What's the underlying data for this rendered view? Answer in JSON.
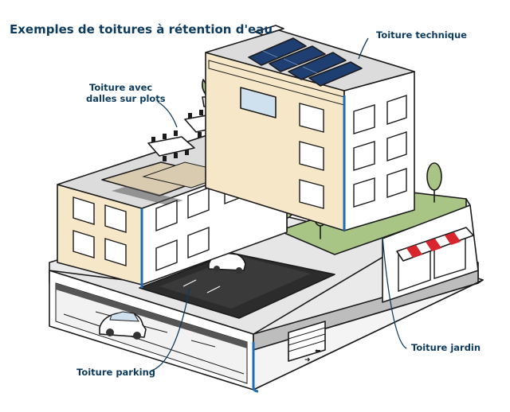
{
  "title": "Exemples de toitures à rétention d'eau",
  "labels": {
    "technique": "Toiture technique",
    "dalles_line1": "Toiture avec",
    "dalles_line2": "dalles sur plots",
    "jardin": "Toiture jardin",
    "parking": "Toiture parking"
  },
  "colors": {
    "ink": "#0d3b5e",
    "wall_cream": "#f6e7c8",
    "wall_white": "#ffffff",
    "roof_grey": "#dcdcdc",
    "deck": "#d9cbb0",
    "garden": "#a9c586",
    "asphalt": "#2c2c2c",
    "solar": "#1f3f72",
    "pipe_blue": "#1d6fb3",
    "awning_red": "#d9262e"
  },
  "icons": [
    "solar-panel-icon",
    "tree-icon",
    "car-icon",
    "plant-pot-icon",
    "table-chairs-icon",
    "awning-icon"
  ]
}
